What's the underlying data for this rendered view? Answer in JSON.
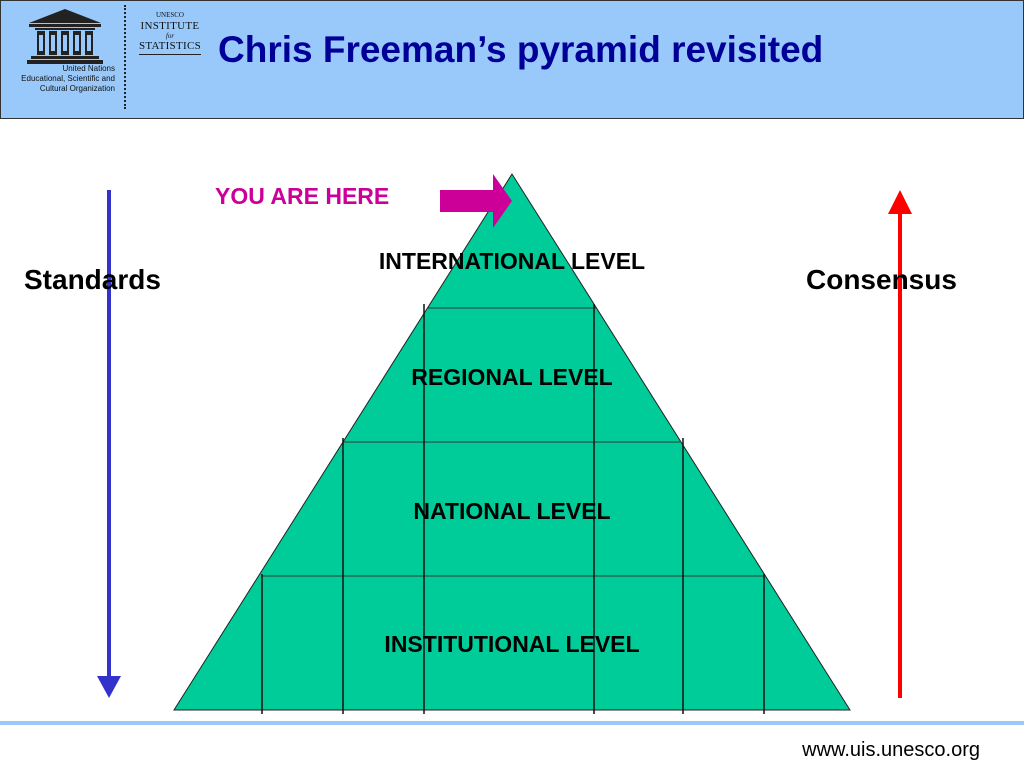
{
  "header": {
    "unesco_org_lines": [
      "United Nations",
      "Educational, Scientific and",
      "Cultural Organization"
    ],
    "uis_logo": {
      "line1": "UNESCO",
      "line2": "INSTITUTE",
      "line3": "for",
      "line4": "STATISTICS"
    },
    "title": "Chris Freeman’s pyramid revisited"
  },
  "diagram": {
    "you_are_here": "YOU ARE HERE",
    "levels": [
      {
        "label": "INTERNATIONAL LEVEL"
      },
      {
        "label": "REGIONAL LEVEL"
      },
      {
        "label": "NATIONAL LEVEL"
      },
      {
        "label": "INSTITUTIONAL LEVEL"
      }
    ],
    "left_label": "Standards",
    "right_label": "Consensus",
    "colors": {
      "pyramid_fill": "#00cc99",
      "left_arrow": "#3333cc",
      "right_arrow": "#ff0000",
      "marker": "#cc0099",
      "title": "#000099",
      "header_bg": "#99c9fa"
    }
  },
  "footer": {
    "url": "www.uis.unesco.org"
  }
}
